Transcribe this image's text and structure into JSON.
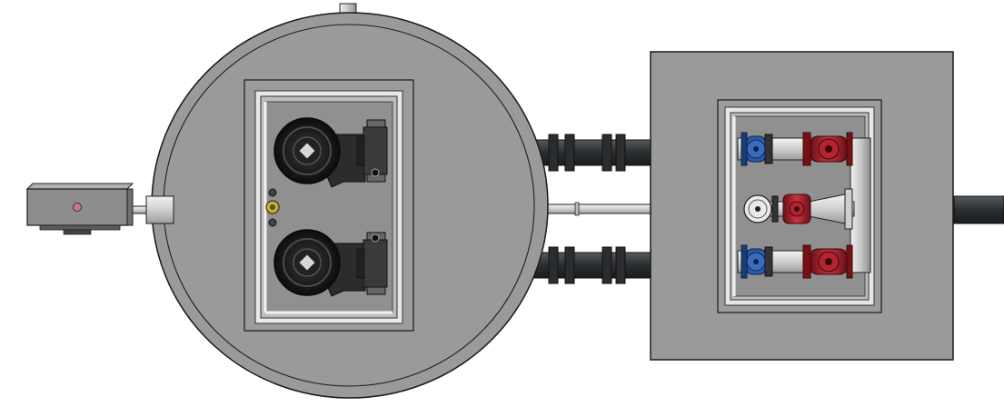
{
  "colors": {
    "background": "#ffffff",
    "concrete": "#9a9a9a",
    "concrete_dark": "#8e8e8e",
    "outline": "#1a1a1a",
    "steel_frame": "#e6e6e6",
    "pipe_dark": "#2e3133",
    "pipe_light": "#d8d8d8",
    "pump_black": "#1b1b1b",
    "valve_blue": "#2a5aa8",
    "valve_red": "#b3242e",
    "gauge_yellow": "#c9b12a",
    "control_box": "#8d8d8d",
    "indicator_light": "#c77b86"
  },
  "components": {
    "wet_well": {
      "shape": "circle",
      "icon": "wet-well-icon"
    },
    "vent_pipe": {
      "icon": "vent-pipe-icon"
    },
    "access_hatch": {
      "icon": "hatch-icon"
    },
    "pumps": [
      {
        "icon": "submersible-pump-icon"
      },
      {
        "icon": "submersible-pump-icon"
      }
    ],
    "control_panel": {
      "icon": "control-panel-icon"
    },
    "discharge_pipes": [
      {
        "icon": "pipe-icon"
      },
      {
        "icon": "pipe-icon"
      }
    ],
    "valve_vault": {
      "shape": "square",
      "icon": "valve-vault-icon"
    },
    "gate_valves": [
      {
        "color": "blue",
        "icon": "gate-valve-icon"
      },
      {
        "color": "blue",
        "icon": "gate-valve-icon"
      }
    ],
    "check_valves": [
      {
        "color": "red",
        "icon": "check-valve-icon"
      },
      {
        "color": "red",
        "icon": "check-valve-icon"
      },
      {
        "color": "red",
        "icon": "check-valve-icon"
      }
    ],
    "bypass_gauge": {
      "icon": "gauge-icon"
    },
    "outlet_pipe": {
      "icon": "pipe-icon"
    }
  }
}
